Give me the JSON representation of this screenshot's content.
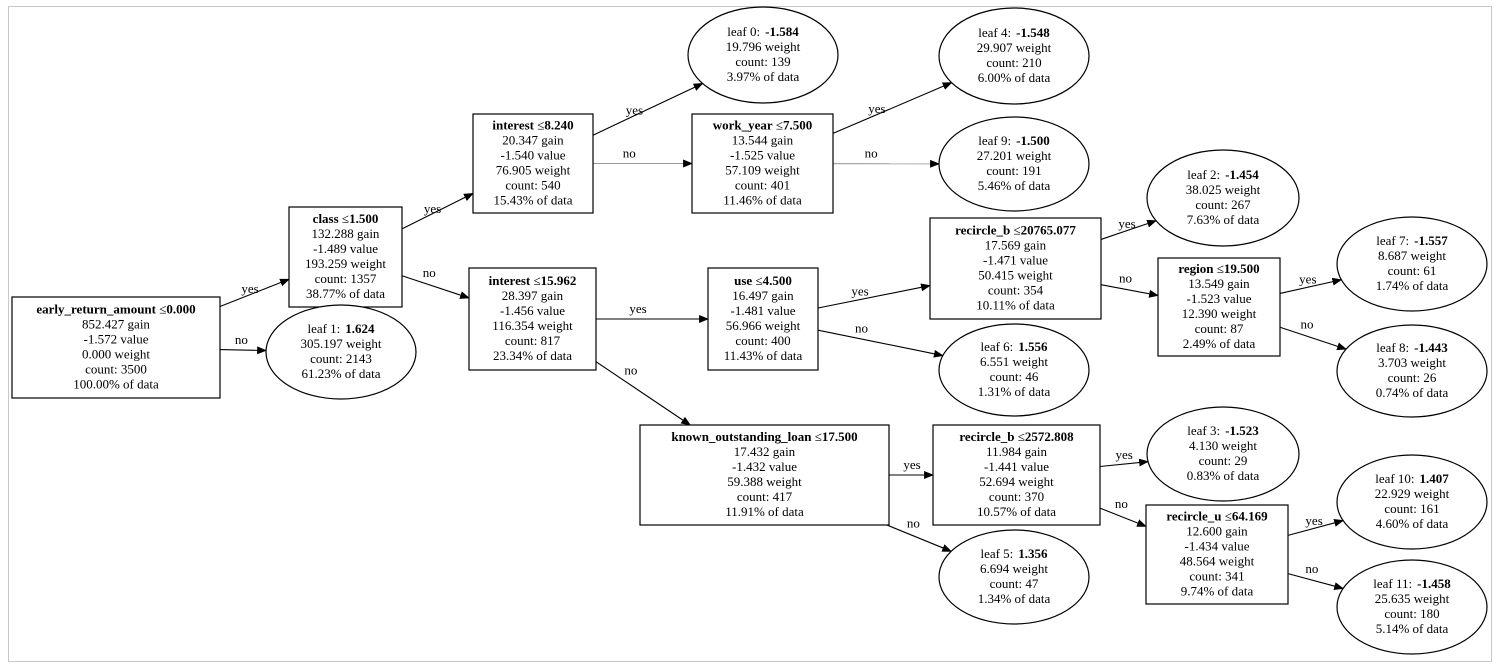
{
  "tree": {
    "nodes": [
      {
        "id": "n0",
        "kind": "split",
        "feature": "early_return_amount",
        "op": "≤",
        "threshold": "0.000",
        "lines": [
          "852.427 gain",
          "-1.572 value",
          "0.000 weight",
          "count: 3500",
          "100.00% of data"
        ]
      },
      {
        "id": "n1",
        "kind": "split",
        "feature": "class",
        "op": "≤",
        "threshold": "1.500",
        "lines": [
          "132.288 gain",
          "-1.489 value",
          "193.259 weight",
          "count: 1357",
          "38.77% of data"
        ]
      },
      {
        "id": "L1",
        "kind": "leaf",
        "label": "leaf 1:",
        "value": "1.624",
        "lines": [
          "305.197 weight",
          "count: 2143",
          "61.23% of data"
        ]
      },
      {
        "id": "n2",
        "kind": "split",
        "feature": "interest",
        "op": "≤",
        "threshold": "8.240",
        "lines": [
          "20.347 gain",
          "-1.540 value",
          "76.905 weight",
          "count: 540",
          "15.43% of data"
        ]
      },
      {
        "id": "n3",
        "kind": "split",
        "feature": "interest",
        "op": "≤",
        "threshold": "15.962",
        "lines": [
          "28.397 gain",
          "-1.456 value",
          "116.354 weight",
          "count: 817",
          "23.34% of data"
        ]
      },
      {
        "id": "L0",
        "kind": "leaf",
        "label": "leaf 0:",
        "value": "-1.584",
        "lines": [
          "19.796 weight",
          "count: 139",
          "3.97% of data"
        ]
      },
      {
        "id": "n4",
        "kind": "split",
        "feature": "work_year",
        "op": "≤",
        "threshold": "7.500",
        "lines": [
          "13.544 gain",
          "-1.525 value",
          "57.109 weight",
          "count: 401",
          "11.46% of data"
        ]
      },
      {
        "id": "L4",
        "kind": "leaf",
        "label": "leaf 4:",
        "value": "-1.548",
        "lines": [
          "29.907 weight",
          "count: 210",
          "6.00% of data"
        ]
      },
      {
        "id": "L9",
        "kind": "leaf",
        "label": "leaf 9:",
        "value": "-1.500",
        "lines": [
          "27.201 weight",
          "count: 191",
          "5.46% of data"
        ]
      },
      {
        "id": "n5",
        "kind": "split",
        "feature": "use",
        "op": "≤",
        "threshold": "4.500",
        "lines": [
          "16.497 gain",
          "-1.481 value",
          "56.966 weight",
          "count: 400",
          "11.43% of data"
        ]
      },
      {
        "id": "n6",
        "kind": "split",
        "feature": "known_outstanding_loan",
        "op": "≤",
        "threshold": "17.500",
        "lines": [
          "17.432 gain",
          "-1.432 value",
          "59.388 weight",
          "count: 417",
          "11.91% of data"
        ]
      },
      {
        "id": "n7",
        "kind": "split",
        "feature": "recircle_b",
        "op": "≤",
        "threshold": "20765.077",
        "lines": [
          "17.569 gain",
          "-1.471 value",
          "50.415 weight",
          "count: 354",
          "10.11% of data"
        ]
      },
      {
        "id": "L6",
        "kind": "leaf",
        "label": "leaf 6:",
        "value": "1.556",
        "lines": [
          "6.551 weight",
          "count: 46",
          "1.31% of data"
        ]
      },
      {
        "id": "L2",
        "kind": "leaf",
        "label": "leaf 2:",
        "value": "-1.454",
        "lines": [
          "38.025 weight",
          "count: 267",
          "7.63% of data"
        ]
      },
      {
        "id": "n8",
        "kind": "split",
        "feature": "region",
        "op": "≤",
        "threshold": "19.500",
        "lines": [
          "13.549 gain",
          "-1.523 value",
          "12.390 weight",
          "count: 87",
          "2.49% of data"
        ]
      },
      {
        "id": "L7",
        "kind": "leaf",
        "label": "leaf 7:",
        "value": "-1.557",
        "lines": [
          "8.687 weight",
          "count: 61",
          "1.74% of data"
        ]
      },
      {
        "id": "L8",
        "kind": "leaf",
        "label": "leaf 8:",
        "value": "-1.443",
        "lines": [
          "3.703 weight",
          "count: 26",
          "0.74% of data"
        ]
      },
      {
        "id": "n9",
        "kind": "split",
        "feature": "recircle_b",
        "op": "≤",
        "threshold": "2572.808",
        "lines": [
          "11.984 gain",
          "-1.441 value",
          "52.694 weight",
          "count: 370",
          "10.57% of data"
        ]
      },
      {
        "id": "L5",
        "kind": "leaf",
        "label": "leaf 5:",
        "value": "1.356",
        "lines": [
          "6.694 weight",
          "count: 47",
          "1.34% of data"
        ]
      },
      {
        "id": "L3",
        "kind": "leaf",
        "label": "leaf 3:",
        "value": "-1.523",
        "lines": [
          "4.130 weight",
          "count: 29",
          "0.83% of data"
        ]
      },
      {
        "id": "n10",
        "kind": "split",
        "feature": "recircle_u",
        "op": "≤",
        "threshold": "64.169",
        "lines": [
          "12.600 gain",
          "-1.434 value",
          "48.564 weight",
          "count: 341",
          "9.74% of data"
        ]
      },
      {
        "id": "L10",
        "kind": "leaf",
        "label": "leaf 10:",
        "value": "1.407",
        "lines": [
          "22.929 weight",
          "count: 161",
          "4.60% of data"
        ]
      },
      {
        "id": "L11",
        "kind": "leaf",
        "label": "leaf 11:",
        "value": "-1.458",
        "lines": [
          "25.635 weight",
          "count: 180",
          "5.14% of data"
        ]
      }
    ],
    "edges": [
      {
        "from": "n0",
        "to": "n1",
        "label": "yes"
      },
      {
        "from": "n0",
        "to": "L1",
        "label": "no"
      },
      {
        "from": "n1",
        "to": "n2",
        "label": "yes"
      },
      {
        "from": "n1",
        "to": "n3",
        "label": "no"
      },
      {
        "from": "n2",
        "to": "L0",
        "label": "yes"
      },
      {
        "from": "n2",
        "to": "n4",
        "label": "no",
        "muted": true
      },
      {
        "from": "n4",
        "to": "L4",
        "label": "yes"
      },
      {
        "from": "n4",
        "to": "L9",
        "label": "no",
        "muted": true
      },
      {
        "from": "n3",
        "to": "n5",
        "label": "yes"
      },
      {
        "from": "n3",
        "to": "n6",
        "label": "no"
      },
      {
        "from": "n5",
        "to": "n7",
        "label": "yes"
      },
      {
        "from": "n5",
        "to": "L6",
        "label": "no"
      },
      {
        "from": "n7",
        "to": "L2",
        "label": "yes"
      },
      {
        "from": "n7",
        "to": "n8",
        "label": "no"
      },
      {
        "from": "n8",
        "to": "L7",
        "label": "yes"
      },
      {
        "from": "n8",
        "to": "L8",
        "label": "no"
      },
      {
        "from": "n6",
        "to": "n9",
        "label": "yes"
      },
      {
        "from": "n6",
        "to": "L5",
        "label": "no"
      },
      {
        "from": "n9",
        "to": "L3",
        "label": "yes"
      },
      {
        "from": "n9",
        "to": "n10",
        "label": "no"
      },
      {
        "from": "n10",
        "to": "L10",
        "label": "yes"
      },
      {
        "from": "n10",
        "to": "L11",
        "label": "no"
      }
    ]
  }
}
